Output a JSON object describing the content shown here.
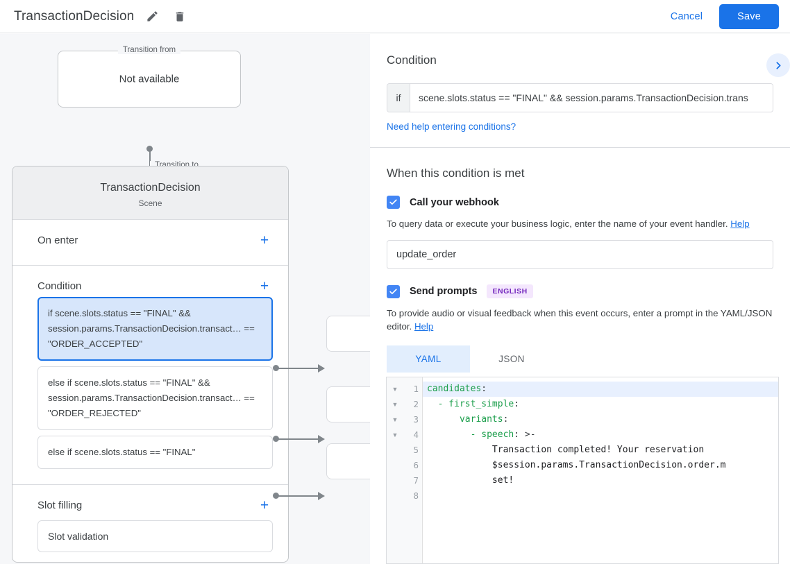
{
  "header": {
    "title": "TransactionDecision",
    "edit_icon": "pencil-icon",
    "delete_icon": "trash-icon",
    "cancel_label": "Cancel",
    "save_label": "Save",
    "accent": "#1a73e8"
  },
  "canvas": {
    "transition_from": {
      "legend": "Transition from",
      "value": "Not available"
    },
    "transition_to": {
      "legend": "Transition to",
      "title": "TransactionDecision",
      "subtitle": "Scene"
    },
    "sections": [
      {
        "title": "On enter",
        "add": "+"
      },
      {
        "title": "Condition",
        "add": "+"
      },
      {
        "title": "Slot filling",
        "add": "+"
      }
    ],
    "conditions": [
      {
        "text": "if scene.slots.status == \"FINAL\" && session.params.TransactionDecision.transact… == \"ORDER_ACCEPTED\"",
        "selected": true
      },
      {
        "text": "else if scene.slots.status == \"FINAL\" && session.params.TransactionDecision.transact… == \"ORDER_REJECTED\"",
        "selected": false
      },
      {
        "text": "else if scene.slots.status == \"FINAL\"",
        "selected": false
      }
    ],
    "slot_filling": {
      "item": "Slot validation"
    }
  },
  "panel": {
    "condition": {
      "heading": "Condition",
      "collapse_icon": "chevron-right-icon",
      "prefix": "if",
      "value": "scene.slots.status == \"FINAL\" && session.params.TransactionDecision.trans",
      "help_link": "Need help entering conditions?"
    },
    "when_met": {
      "heading": "When this condition is met",
      "webhook": {
        "checked": true,
        "label": "Call your webhook",
        "description": "To query data or execute your business logic, enter the name of your event handler.",
        "help": "Help",
        "handler_value": "update_order"
      },
      "prompts": {
        "checked": true,
        "label": "Send prompts",
        "badge": "ENGLISH",
        "description": "To provide audio or visual feedback when this event occurs, enter a prompt in the YAML/JSON editor.",
        "help": "Help",
        "tabs": [
          {
            "label": "YAML",
            "active": true
          },
          {
            "label": "JSON",
            "active": false
          }
        ]
      }
    }
  },
  "editor": {
    "language": "yaml",
    "active_line": 1,
    "line_numbers": [
      "1",
      "2",
      "3",
      "4",
      "5",
      "6",
      "7",
      "8"
    ],
    "fold_lines": [
      1,
      2,
      3,
      4
    ],
    "lines": [
      {
        "n": "1",
        "key": "candidates",
        "punc": ":",
        "text": "",
        "indent": 0,
        "highlight": true
      },
      {
        "n": "2",
        "key": "  - first_simple",
        "punc": ":",
        "text": "",
        "indent": 0,
        "highlight": false
      },
      {
        "n": "3",
        "key": "      variants",
        "punc": ":",
        "text": "",
        "indent": 0,
        "highlight": false
      },
      {
        "n": "4",
        "key": "        - speech",
        "punc": ": >-",
        "text": "",
        "indent": 0,
        "highlight": false
      },
      {
        "n": "5",
        "key": "",
        "punc": "",
        "text": "            Transaction completed! Your reservation",
        "indent": 0,
        "highlight": false
      },
      {
        "n": "6",
        "key": "",
        "punc": "",
        "text": "            $session.params.TransactionDecision.order.m",
        "indent": 0,
        "highlight": false
      },
      {
        "n": "7",
        "key": "",
        "punc": "",
        "text": "            set!",
        "indent": 0,
        "highlight": false
      },
      {
        "n": "8",
        "key": "",
        "punc": "",
        "text": "",
        "indent": 0,
        "highlight": false
      }
    ]
  }
}
